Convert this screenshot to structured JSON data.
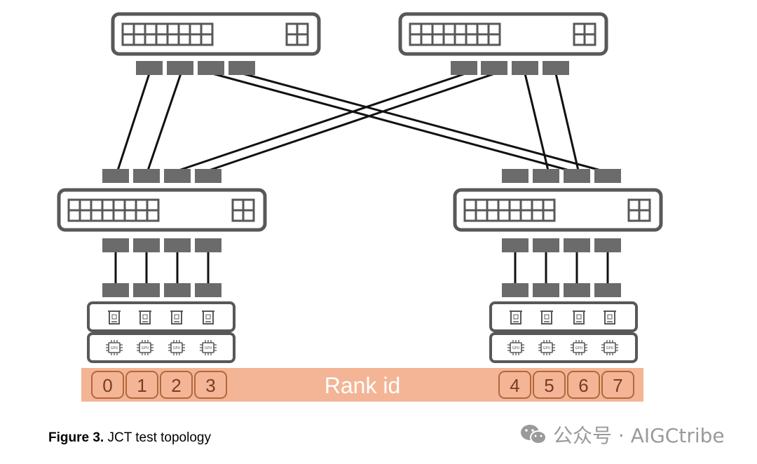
{
  "diagram": {
    "rank_band_label": "Rank id",
    "ranks_left": [
      "0",
      "1",
      "2",
      "3"
    ],
    "ranks_right": [
      "4",
      "5",
      "6",
      "7"
    ],
    "gpu_chip_label": "GPU"
  },
  "caption": {
    "figure_label": "Figure 3.",
    "text": "JCT test topology"
  },
  "watermark": {
    "text": "公众号 · AIGCtribe"
  },
  "colors": {
    "outline": "#58585a",
    "port": "#6b6b6b",
    "rank_band": "#f3b595",
    "rank_box_stroke": "#b3673d",
    "rank_text": "#7a3b22"
  }
}
